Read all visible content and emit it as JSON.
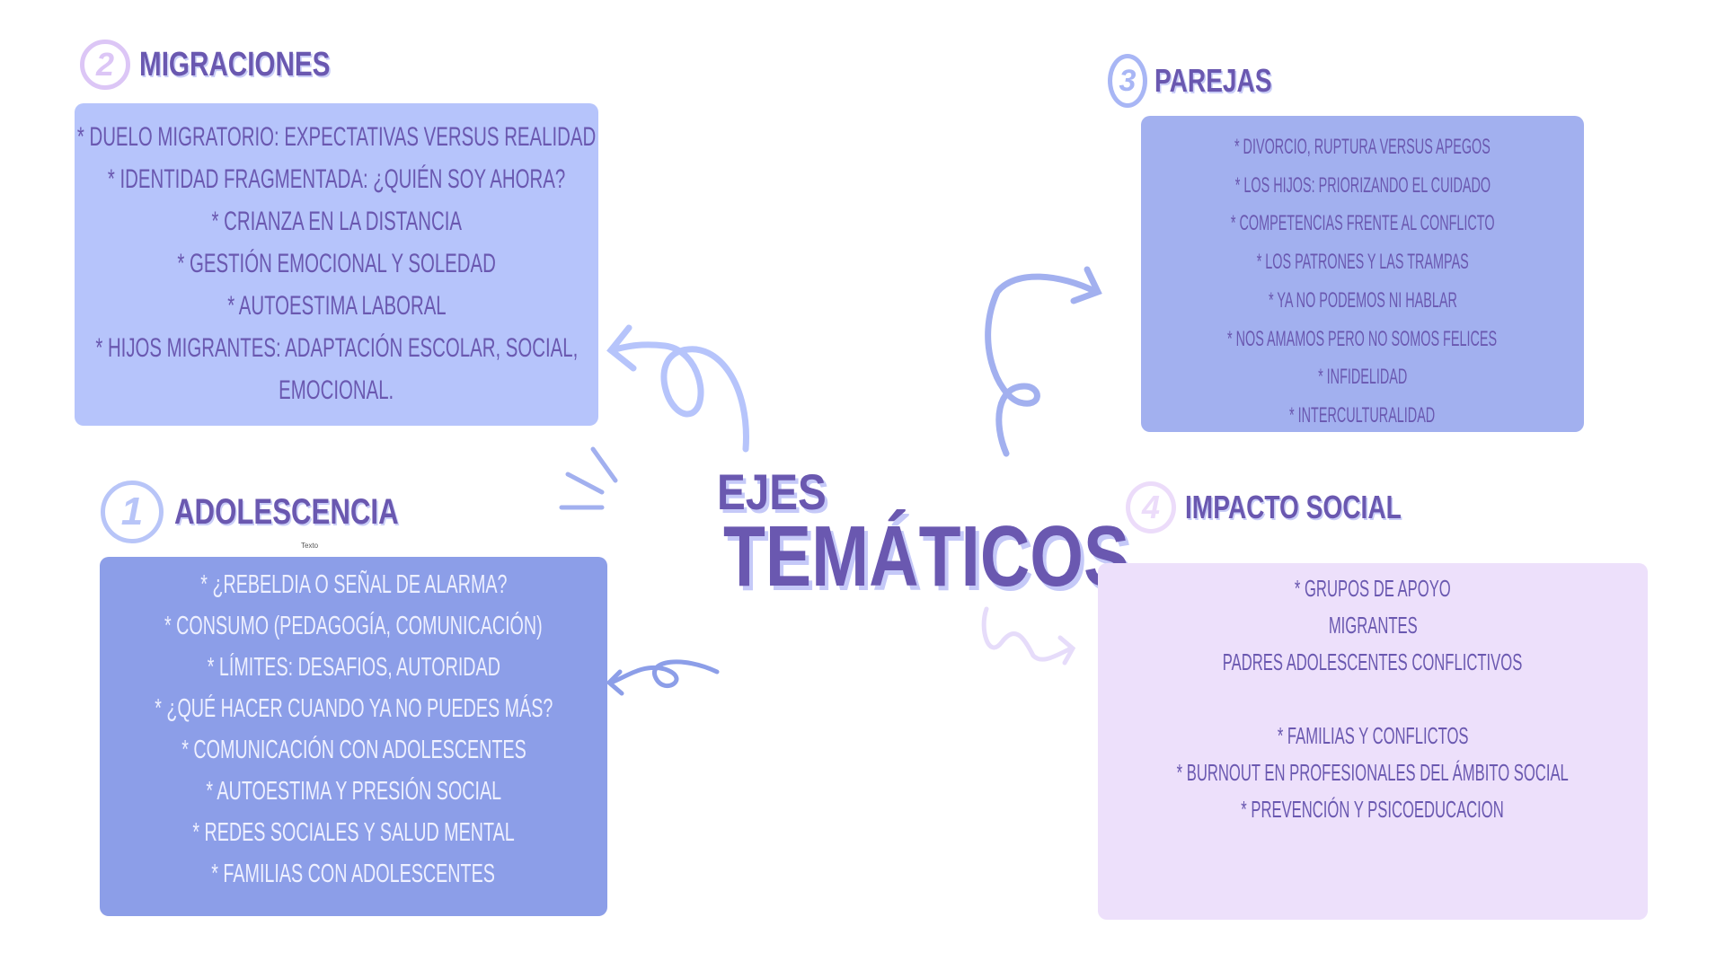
{
  "center_title": {
    "line1": "EJES",
    "line2": "TEMÁTICOS"
  },
  "sections": {
    "migraciones": {
      "number": "2",
      "title": "MIGRACIONES",
      "items": [
        "* Duelo migratorio: expectativas versus realidad",
        "* Identidad fragmentada: ¿Quién soy ahora?",
        "* Crianza en la distancia",
        "* Gestión emocional y soledad",
        "* Autoestima laboral",
        "* Hijos migrantes: adaptación escolar, social,",
        "emocional."
      ]
    },
    "parejas": {
      "number": "3",
      "title": "PAREJAS",
      "items": [
        "* Divorcio, ruptura versus apegos",
        "* Los hijos: priorizando el cuidado",
        "* Competencias frente al conflicto",
        "* Los patrones y las trampas",
        "* Ya no podemos ni hablar",
        "* Nos amamos pero no somos felices",
        "* Infidelidad",
        "* Interculturalidad"
      ]
    },
    "adolescencia": {
      "number": "1",
      "title": "ADOLESCENCIA",
      "label": "Texto",
      "items": [
        "* ¿Rebeldia o señal de alarma?",
        "* Consumo (pedagogía, comunicación)",
        "* Límites: desafios, autoridad",
        "* ¿Qué hacer cuando ya no puedes más?",
        "* Comunicación con adolescentes",
        "* Autoestima y presión social",
        "* Redes sociales y salud mental",
        "* Familias con adolescentes"
      ]
    },
    "impacto": {
      "number": "4",
      "title": "IMPACTO SOCIAL",
      "items": [
        "* Grupos de apoyo",
        "Migrantes",
        "Padres adolescentes conflictivos",
        "",
        "* Familias y conflictos",
        "* Burnout en profesionales del ámbito social",
        "* Prevención y psicoeducacion"
      ]
    }
  }
}
